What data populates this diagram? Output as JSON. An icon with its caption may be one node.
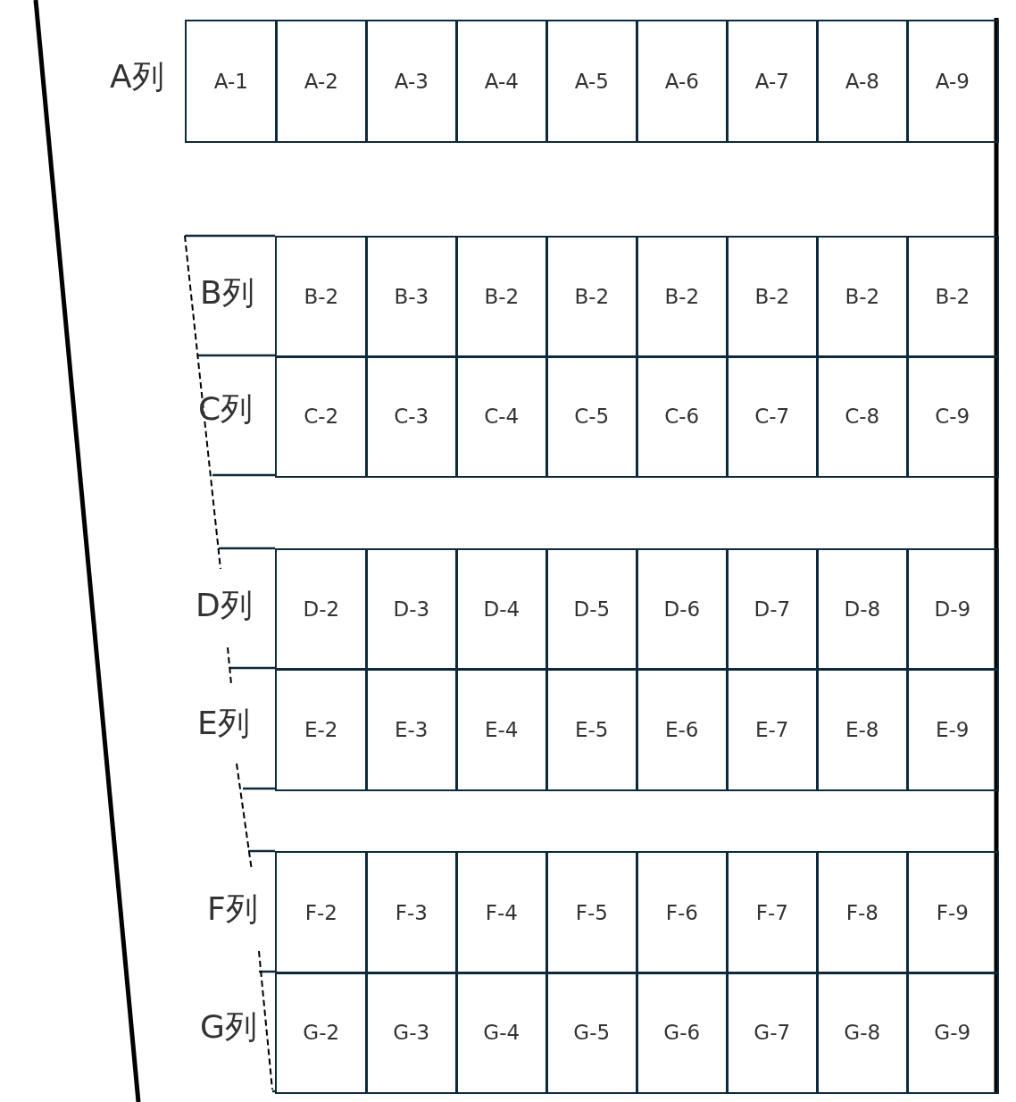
{
  "diagram": {
    "nodes": [
      {
        "text": [
          "A-1"
        ]
      },
      {
        "text": [
          "A-2"
        ]
      },
      {
        "text": [
          "A-3"
        ]
      },
      {
        "text": [
          "A-4"
        ]
      },
      {
        "text": [
          "A-5"
        ]
      },
      {
        "text": [
          "A-6"
        ]
      },
      {
        "text": [
          "A-7"
        ]
      },
      {
        "text": [
          "A-8"
        ]
      },
      {
        "text": [
          "A-9"
        ]
      },
      {
        "text": [
          "B-2"
        ]
      },
      {
        "text": [
          "B-3"
        ]
      },
      {
        "text": [
          "B-2"
        ]
      },
      {
        "text": [
          "B-2"
        ]
      },
      {
        "text": [
          "B-2"
        ]
      },
      {
        "text": [
          "B-2"
        ]
      },
      {
        "text": [
          "B-2"
        ]
      },
      {
        "text": [
          "B-2"
        ]
      },
      {
        "text": [
          "C-2"
        ]
      },
      {
        "text": [
          "C-3"
        ]
      },
      {
        "text": [
          "C-4"
        ]
      },
      {
        "text": [
          "C-5"
        ]
      },
      {
        "text": [
          "C-6"
        ]
      },
      {
        "text": [
          "C-7"
        ]
      },
      {
        "text": [
          "C-8"
        ]
      },
      {
        "text": [
          "C-9"
        ]
      },
      {
        "text": [
          "D-2"
        ]
      },
      {
        "text": [
          "D-3"
        ]
      },
      {
        "text": [
          "D-4"
        ]
      },
      {
        "text": [
          "D-5"
        ]
      },
      {
        "text": [
          "D-6"
        ]
      },
      {
        "text": [
          "D-7"
        ]
      },
      {
        "text": [
          "D-8"
        ]
      },
      {
        "text": [
          "D-9"
        ]
      },
      {
        "text": [
          "E-2"
        ]
      },
      {
        "text": [
          "E-3"
        ]
      },
      {
        "text": [
          "E-4"
        ]
      },
      {
        "text": [
          "E-5"
        ]
      },
      {
        "text": [
          "E-6"
        ]
      },
      {
        "text": [
          "E-7"
        ]
      },
      {
        "text": [
          "E-8"
        ]
      },
      {
        "text": [
          "E-9"
        ]
      },
      {
        "text": [
          "F-2"
        ]
      },
      {
        "text": [
          "F-3"
        ]
      },
      {
        "text": [
          "F-4"
        ]
      },
      {
        "text": [
          "F-5"
        ]
      },
      {
        "text": [
          "F-6"
        ]
      },
      {
        "text": [
          "F-7"
        ]
      },
      {
        "text": [
          "F-8"
        ]
      },
      {
        "text": [
          "F-9"
        ]
      },
      {
        "text": [
          "G-2"
        ]
      },
      {
        "text": [
          "G-3"
        ]
      },
      {
        "text": [
          "G-4"
        ]
      },
      {
        "text": [
          "G-5"
        ]
      },
      {
        "text": [
          "G-6"
        ]
      },
      {
        "text": [
          "G-7"
        ]
      },
      {
        "text": [
          "G-8"
        ]
      },
      {
        "text": [
          "G-9"
        ]
      }
    ],
    "labels": [
      "A列",
      "B列",
      "C列",
      "D列",
      "E列",
      "F列",
      "G列"
    ]
  }
}
